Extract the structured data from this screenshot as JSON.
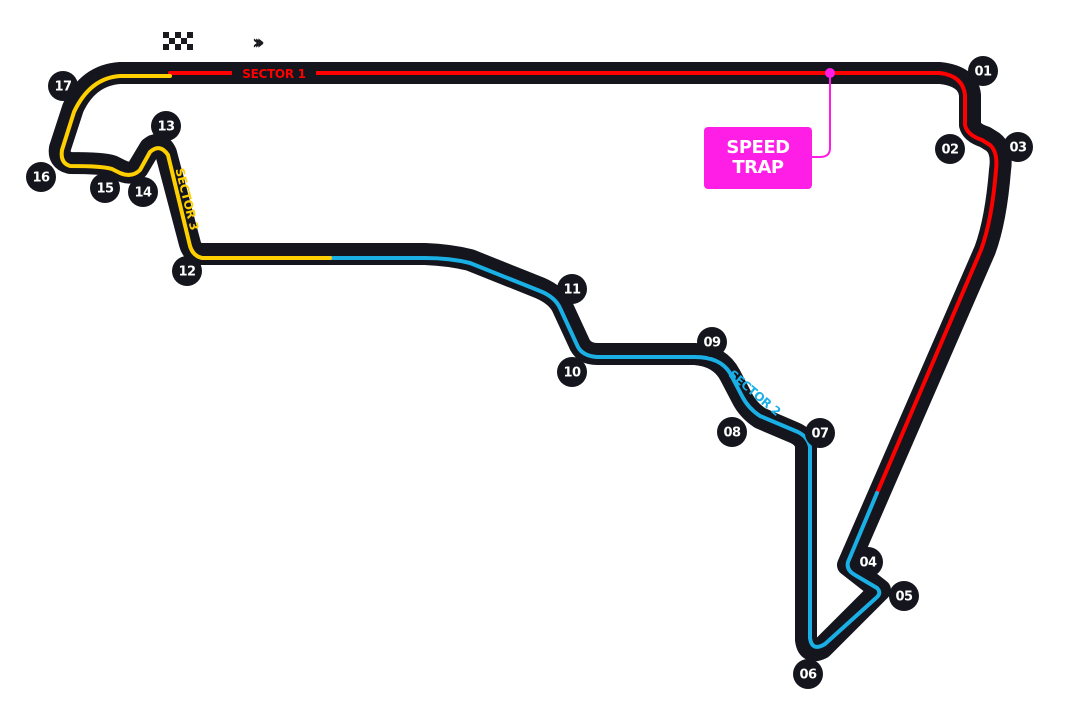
{
  "map": {
    "type": "race-circuit-layout",
    "colors": {
      "track": "#15151e",
      "sector_1": "#ff0000",
      "sector_2": "#1ab0e6",
      "sector_3": "#ffd000",
      "speed_trap": "#ff1ee6",
      "turn_marker_bg": "#15151e",
      "turn_marker_text": "#ffffff",
      "background": "#ffffff"
    },
    "icons": {
      "start_finish": "checkered-flag-icon",
      "direction": "race-direction-icon",
      "direction_glyph": "›››"
    },
    "sectors": [
      {
        "id": "sector-1",
        "label": "SECTOR 1",
        "color": "#ff0000"
      },
      {
        "id": "sector-2",
        "label": "SECTOR 2",
        "color": "#1ab0e6"
      },
      {
        "id": "sector-3",
        "label": "SECTOR 3",
        "color": "#ffd000"
      }
    ],
    "speed_trap": {
      "line1": "SPEED",
      "line2": "TRAP"
    },
    "turns": [
      "01",
      "02",
      "03",
      "04",
      "05",
      "06",
      "07",
      "08",
      "09",
      "10",
      "11",
      "12",
      "13",
      "14",
      "15",
      "16",
      "17"
    ]
  }
}
